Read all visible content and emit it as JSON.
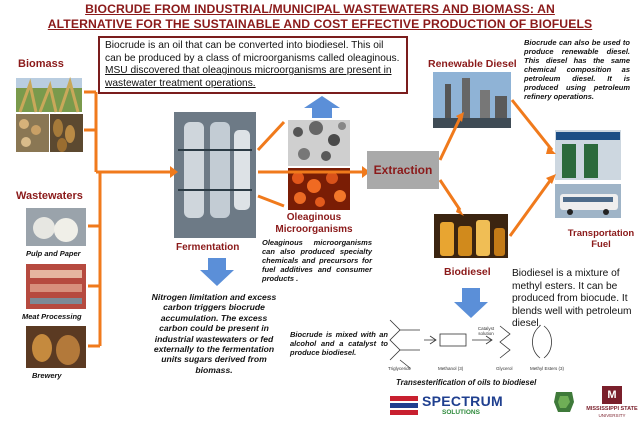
{
  "title": {
    "line1": "BIOCRUDE FROM INDUSTRIAL/MUNICIPAL WASTEWATERS AND BIOMASS:  AN",
    "line2": "ALTERNATIVE FOR THE SUSTAINABLE AND COST EFFECTIVE PRODUCTION OF BIOFUELS"
  },
  "intro": {
    "text": "Biocrude is an oil that can be converted into biodiesel.  This oil can be produced by a class of microorganisms called oleaginous. ",
    "link": "MSU discovered that oleaginous microorganisms are present in wastewater treatment operations."
  },
  "labels": {
    "biomass": "Biomass",
    "wastewaters": "Wastewaters",
    "fermentation": "Fermentation",
    "oleaginous": "Oleaginous Microorganisms",
    "extraction": "Extraction",
    "renewable_diesel": "Renewable Diesel",
    "biodiesel": "Biodiesel",
    "transportation_fuel": "Transportation Fuel"
  },
  "captions": {
    "pulp": "Pulp and Paper",
    "meat": "Meat Processing",
    "brewery": "Brewery"
  },
  "texts": {
    "renewable_note": "Biocrude can also be used to produce renewable diesel. This diesel has the same chemical composition as petroleum diesel. It is produced using petroleum refinery operations.",
    "oleaginous_note": "Oleaginous microorganisms can also produced specialty chemicals and precursors for fuel additives and consumer products .",
    "nitrogen_note": "Nitrogen limitation and excess carbon triggers biocrude accumulation. The excess carbon could be present in industrial wastewaters or fed externally to the fermentation units sugars derived from biomass.",
    "biocrude_mix": "Biocrude is mixed with an alcohol and a catalyst to produce biodiesel.",
    "biodiesel_desc": "Biodiesel is a mixture of methyl esters.  It can be produced from biocude.  It blends well with petroleum diesel.",
    "transesterification": "Transesterification of oils to biodiesel"
  },
  "reaction": {
    "catalyst": "Catalyst solution",
    "triglyceride": "Triglyceride",
    "methanol": "Methanol (3)",
    "glycerol": "Glycerol",
    "esters": "Methyl Esters (3)"
  },
  "logos": {
    "spectrum_main": "SPECTRUM",
    "spectrum_sub": "SOLUTIONS",
    "msu_main": "MISSISSIPPI STATE",
    "msu_sub": "UNIVERSITY",
    "msu_mark": "M"
  },
  "colors": {
    "accent_orange": "#f07a1c",
    "title_red": "#8b1a1a",
    "arrow_blue": "#5b8fd8",
    "extraction_gray": "#a9a9a9"
  }
}
